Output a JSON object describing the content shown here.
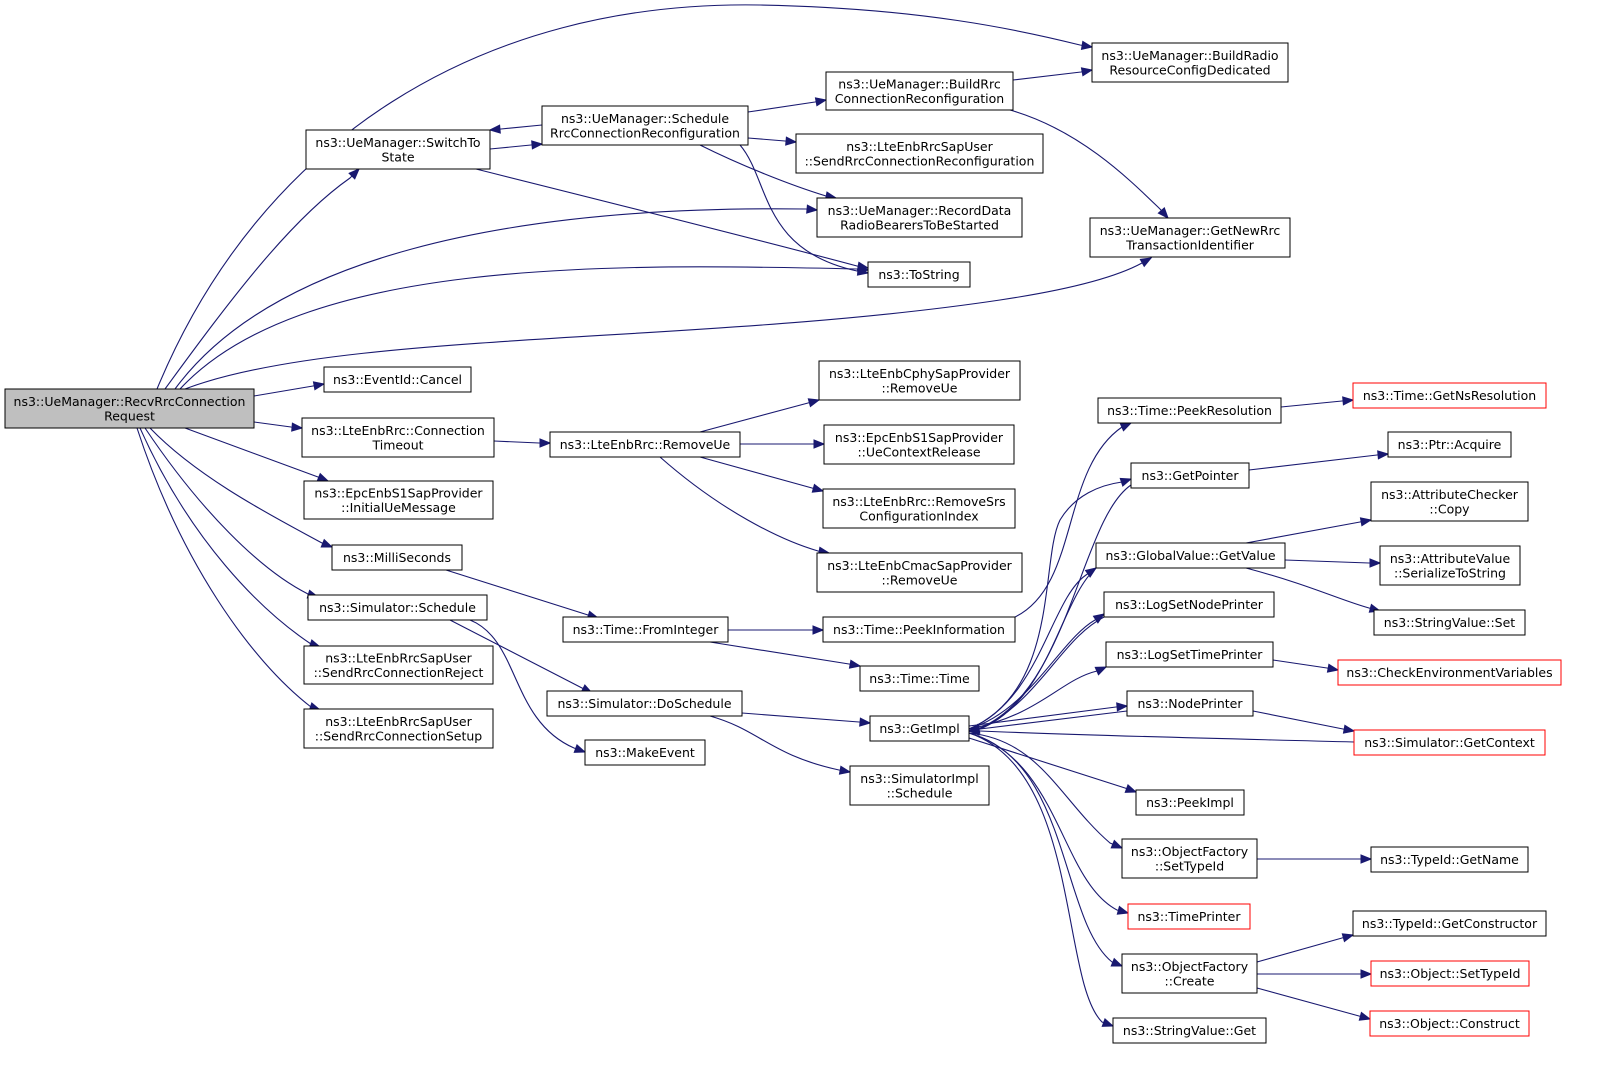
{
  "nodes": {
    "n_root": {
      "lines": [
        "ns3::UeManager::RecvRrcConnection",
        "Request"
      ],
      "root": true
    },
    "n_br": {
      "lines": [
        "ns3::UeManager::BuildRadio",
        "ResourceConfigDedicated"
      ]
    },
    "n_brc": {
      "lines": [
        "ns3::UeManager::BuildRrc",
        "ConnectionReconfiguration"
      ]
    },
    "n_sch": {
      "lines": [
        "ns3::UeManager::Schedule",
        "RrcConnectionReconfiguration"
      ]
    },
    "n_sw": {
      "lines": [
        "ns3::UeManager::SwitchTo",
        "State"
      ]
    },
    "n_sap": {
      "lines": [
        "ns3::LteEnbRrcSapUser",
        "::SendRrcConnectionReconfiguration"
      ]
    },
    "n_rec": {
      "lines": [
        "ns3::UeManager::RecordData",
        "RadioBearersToBeStarted"
      ]
    },
    "n_gnr": {
      "lines": [
        "ns3::UeManager::GetNewRrc",
        "TransactionIdentifier"
      ]
    },
    "n_ts": {
      "lines": [
        "ns3::ToString"
      ]
    },
    "n_ev": {
      "lines": [
        "ns3::EventId::Cancel"
      ]
    },
    "n_cto": {
      "lines": [
        "ns3::LteEnbRrc::Connection",
        "Timeout"
      ]
    },
    "n_rue": {
      "lines": [
        "ns3::LteEnbRrc::RemoveUe"
      ]
    },
    "n_cphy": {
      "lines": [
        "ns3::LteEnbCphySapProvider",
        "::RemoveUe"
      ]
    },
    "n_s1cr": {
      "lines": [
        "ns3::EpcEnbS1SapProvider",
        "::UeContextRelease"
      ]
    },
    "n_srs": {
      "lines": [
        "ns3::LteEnbRrc::RemoveSrs",
        "ConfigurationIndex"
      ]
    },
    "n_cmac": {
      "lines": [
        "ns3::LteEnbCmacSapProvider",
        "::RemoveUe"
      ]
    },
    "n_s1iu": {
      "lines": [
        "ns3::EpcEnbS1SapProvider",
        "::InitialUeMessage"
      ]
    },
    "n_ms": {
      "lines": [
        "ns3::MilliSeconds"
      ]
    },
    "n_ssch": {
      "lines": [
        "ns3::Simulator::Schedule"
      ]
    },
    "n_rej": {
      "lines": [
        "ns3::LteEnbRrcSapUser",
        "::SendRrcConnectionReject"
      ]
    },
    "n_setup": {
      "lines": [
        "ns3::LteEnbRrcSapUser",
        "::SendRrcConnectionSetup"
      ]
    },
    "n_fi": {
      "lines": [
        "ns3::Time::FromInteger"
      ]
    },
    "n_pi": {
      "lines": [
        "ns3::Time::PeekInformation"
      ]
    },
    "n_tt": {
      "lines": [
        "ns3::Time::Time"
      ]
    },
    "n_ds": {
      "lines": [
        "ns3::Simulator::DoSchedule"
      ]
    },
    "n_me": {
      "lines": [
        "ns3::MakeEvent"
      ]
    },
    "n_gi": {
      "lines": [
        "ns3::GetImpl"
      ]
    },
    "n_sis": {
      "lines": [
        "ns3::SimulatorImpl",
        "::Schedule"
      ]
    },
    "n_pr": {
      "lines": [
        "ns3::Time::PeekResolution"
      ]
    },
    "n_gns": {
      "lines": [
        "ns3::Time::GetNsResolution"
      ],
      "red": true
    },
    "n_gp": {
      "lines": [
        "ns3::GetPointer"
      ]
    },
    "n_acq": {
      "lines": [
        "ns3::Ptr::Acquire"
      ]
    },
    "n_gv": {
      "lines": [
        "ns3::GlobalValue::GetValue"
      ]
    },
    "n_acc": {
      "lines": [
        "ns3::AttributeChecker",
        "::Copy"
      ]
    },
    "n_avs": {
      "lines": [
        "ns3::AttributeValue",
        "::SerializeToString"
      ]
    },
    "n_svs": {
      "lines": [
        "ns3::StringValue::Set"
      ]
    },
    "n_lsnp": {
      "lines": [
        "ns3::LogSetNodePrinter"
      ]
    },
    "n_lstp": {
      "lines": [
        "ns3::LogSetTimePrinter"
      ]
    },
    "n_cev": {
      "lines": [
        "ns3::CheckEnvironmentVariables"
      ],
      "red": true
    },
    "n_np": {
      "lines": [
        "ns3::NodePrinter"
      ]
    },
    "n_gc": {
      "lines": [
        "ns3::Simulator::GetContext"
      ],
      "red": true
    },
    "n_peek": {
      "lines": [
        "ns3::PeekImpl"
      ]
    },
    "n_ofst": {
      "lines": [
        "ns3::ObjectFactory",
        "::SetTypeId"
      ]
    },
    "n_tgn": {
      "lines": [
        "ns3::TypeId::GetName"
      ]
    },
    "n_tp": {
      "lines": [
        "ns3::TimePrinter"
      ],
      "red": true
    },
    "n_tgc": {
      "lines": [
        "ns3::TypeId::GetConstructor"
      ]
    },
    "n_ofc": {
      "lines": [
        "ns3::ObjectFactory",
        "::Create"
      ]
    },
    "n_ost": {
      "lines": [
        "ns3::Object::SetTypeId"
      ],
      "red": true
    },
    "n_oc": {
      "lines": [
        "ns3::Object::Construct"
      ],
      "red": true
    },
    "n_svg": {
      "lines": [
        "ns3::StringValue::Get"
      ]
    }
  },
  "colors": {
    "edge": "#191970",
    "root_fill": "#bfbfbf",
    "node_stroke": "#000000",
    "missing_stroke": "#ff0000"
  }
}
